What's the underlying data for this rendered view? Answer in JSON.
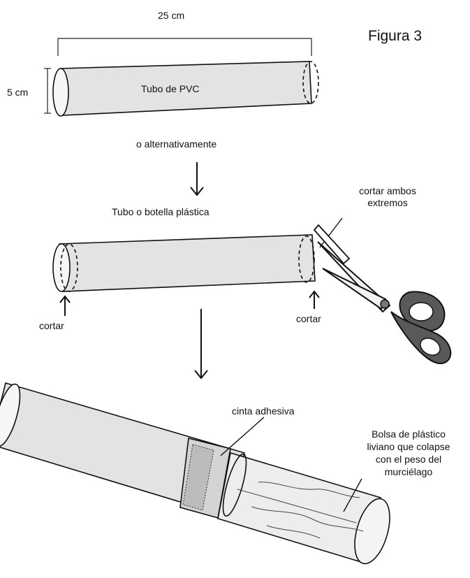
{
  "figure": {
    "title": "Figura 3"
  },
  "top_tube": {
    "width_label": "25 cm",
    "height_label": "5 cm",
    "body_label": "Tubo de PVC",
    "alternative_label": "o alternativamente"
  },
  "middle_tube": {
    "title": "Tubo o botella plástica",
    "cut_both_ends_label": "cortar ambos\nextremos",
    "cut_left_label": "cortar",
    "cut_right_label": "cortar"
  },
  "bottom_assembly": {
    "tape_label": "cinta adhesiva",
    "bag_label": "Bolsa de plástico\nliviano que colapse\ncon el peso del\nmurciélago"
  }
}
